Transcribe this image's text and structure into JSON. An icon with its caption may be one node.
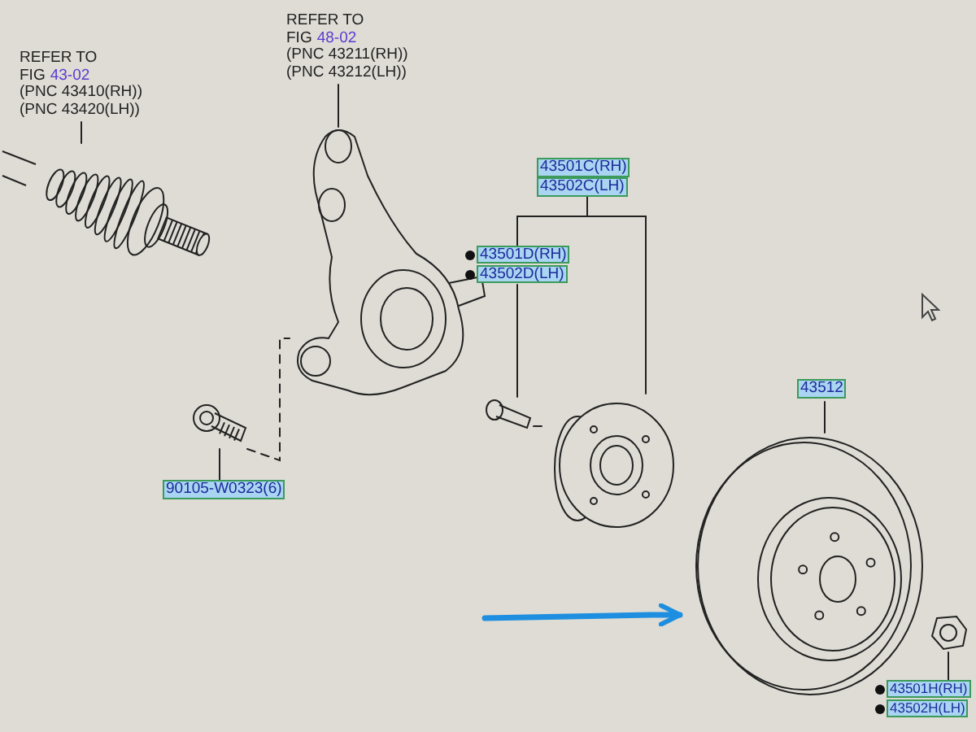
{
  "diagram": {
    "nodes": [
      {
        "text": [
          "REFER TO",
          "FIG",
          "43-02",
          "(PNC 43410(RH))",
          "(PNC 43420(LH))"
        ]
      },
      {
        "text": [],
        "shape": "picture"
      },
      {
        "text": [
          "REFER TO",
          "FIG",
          "48-02",
          "(PNC 43211(RH))",
          "(PNC 43212(LH))"
        ]
      },
      {
        "text": [],
        "shape": "picture"
      },
      {
        "text": [
          "43501C(RH)",
          "43502C(LH)"
        ]
      },
      {
        "text": [],
        "shape": "picture"
      },
      {
        "text": [
          "43501D(RH)",
          "43502D(LH)"
        ]
      },
      {
        "text": [],
        "shape": "picture"
      },
      {
        "text": [],
        "shape": "picture"
      },
      {
        "text": [
          "90105-W0323(6)"
        ]
      },
      {
        "text": [
          "43512"
        ]
      },
      {
        "text": [],
        "shape": "picture"
      },
      {
        "text": [],
        "shape": "picture"
      },
      {
        "text": [
          "43501H(RH)",
          "43502H(LH)"
        ]
      }
    ],
    "edges": [
      {
        "from": 0,
        "to": 1,
        "arrow": "none"
      },
      {
        "from": 2,
        "to": 3,
        "arrow": "none"
      },
      {
        "from": 4,
        "to": 6,
        "arrow": "none"
      },
      {
        "from": 4,
        "to": 5,
        "arrow": "none"
      },
      {
        "from": 6,
        "to": 7,
        "arrow": "none"
      },
      {
        "from": 9,
        "to": 8,
        "arrow": "none"
      },
      {
        "from": 8,
        "to": 3,
        "arrow": "none",
        "style": "dashed"
      },
      {
        "from": 7,
        "to": 5,
        "arrow": "none",
        "style": "dashed"
      },
      {
        "from": 10,
        "to": 11,
        "arrow": "none"
      },
      {
        "from": 13,
        "to": 12,
        "arrow": "none"
      },
      {
        "from": null,
        "to": 11,
        "arrow": "to",
        "style": "thick",
        "color": "#1e8fe0"
      }
    ]
  }
}
